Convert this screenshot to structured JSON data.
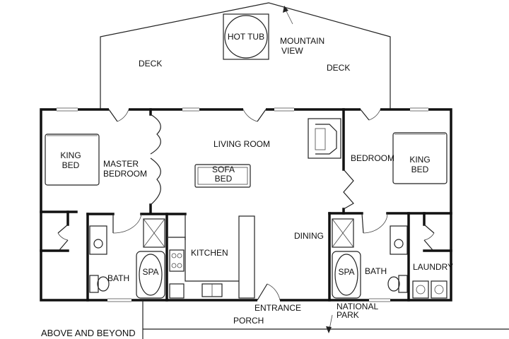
{
  "labels": {
    "hot_tub": "HOT TUB",
    "mountain": "MOUNTAIN",
    "view": "VIEW",
    "deck_left": "DECK",
    "deck_right": "DECK",
    "living_room": "LIVING ROOM",
    "king_bed_left_1": "KING",
    "king_bed_left_2": "BED",
    "master_1": "MASTER",
    "master_2": "BEDROOM",
    "sofa_1": "SOFA",
    "sofa_2": "BED",
    "bedroom": "BEDROOM",
    "king_bed_right_1": "KING",
    "king_bed_right_2": "BED",
    "kitchen": "KITCHEN",
    "dining": "DINING",
    "spa_left": "SPA",
    "bath_left": "BATH",
    "spa_right": "SPA",
    "bath_right": "BATH",
    "laundry": "LAUNDRY",
    "entrance": "ENTRANCE",
    "national": "NATIONAL",
    "park": "PARK",
    "porch": "PORCH",
    "footer": "ABOVE AND BEYOND"
  }
}
